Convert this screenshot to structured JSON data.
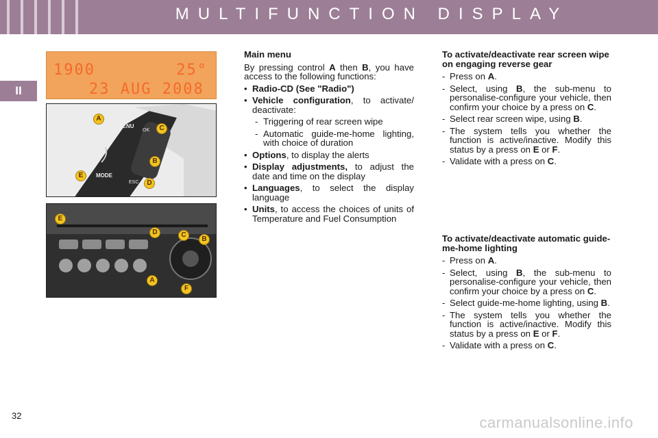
{
  "header": {
    "title": "MULTIFUNCTION DISPLAY",
    "accent": "#9c7f97"
  },
  "chapter_tab": "II",
  "lcd": {
    "time": "1900",
    "temp": "25°",
    "date": "23 AUG 2008",
    "color": "#f2a45c"
  },
  "stalk_photo": {
    "labels": [
      "MENU",
      "MODE",
      "ESC",
      "OK"
    ],
    "markers": [
      "A",
      "C",
      "B",
      "E",
      "D"
    ]
  },
  "radio_photo": {
    "markers": [
      "E",
      "D",
      "C",
      "B",
      "A",
      "F"
    ]
  },
  "main_menu": {
    "heading": "Main menu",
    "intro_pre": "By pressing control ",
    "intro_a": "A",
    "intro_mid": " then ",
    "intro_b": "B",
    "intro_post": ", you have access to the following functions:",
    "radio": "Radio-CD (See \"Radio\")",
    "vehicle_b": "Vehicle configuration",
    "vehicle_t": ", to activate/ deactivate:",
    "vehicle_subs": [
      "Triggering of rear screen wipe",
      "Automatic guide-me-home lighting, with choice of duration"
    ],
    "options_b": "Options",
    "options_t": ", to display the alerts",
    "display_b": "Display adjustments,",
    "display_t": " to adjust the date and time on the display",
    "languages_b": "Languages",
    "languages_t": ", to select the display language",
    "units_b": "Units",
    "units_t": ", to access the choices of units of Temperature and Fuel Consumption"
  },
  "rear_wipe": {
    "heading": "To activate/deactivate rear screen wipe on engaging reverse gear",
    "s1_pre": "Press on ",
    "s1_key": "A",
    "s1_post": ".",
    "s2_pre": "Select, using ",
    "s2_key": "B",
    "s2_mid": ", the sub-menu to personalise-configure your vehicle, then confirm your choice by a press on ",
    "s2_key2": "C",
    "s2_post": ".",
    "s3_pre": "Select rear screen wipe, using ",
    "s3_key": "B",
    "s3_post": ".",
    "s4_pre": "The system tells you whether the function is active/inactive. Modify this status by a press on ",
    "s4_key": "E",
    "s4_mid": " or ",
    "s4_key2": "F",
    "s4_post": ".",
    "s5_pre": "Validate with a press on ",
    "s5_key": "C",
    "s5_post": "."
  },
  "guide_me_home": {
    "heading": "To activate/deactivate automatic guide-me-home lighting",
    "s1_pre": "Press on ",
    "s1_key": "A",
    "s1_post": ".",
    "s2_pre": "Select, using ",
    "s2_key": "B",
    "s2_mid": ", the sub-menu to personalise-configure your vehicle, then confirm your choice by a press on ",
    "s2_key2": "C",
    "s2_post": ".",
    "s3_pre": "Select guide-me-home lighting, using ",
    "s3_key": "B",
    "s3_post": ".",
    "s4_pre": "The system tells you whether the function is active/inactive. Modify this status by a press on ",
    "s4_key": "E",
    "s4_mid": " or ",
    "s4_key2": "F",
    "s4_post": ".",
    "s5_pre": "Validate with a press on ",
    "s5_key": "C",
    "s5_post": "."
  },
  "page_number": "32",
  "watermark": "carmanualsonline.info"
}
